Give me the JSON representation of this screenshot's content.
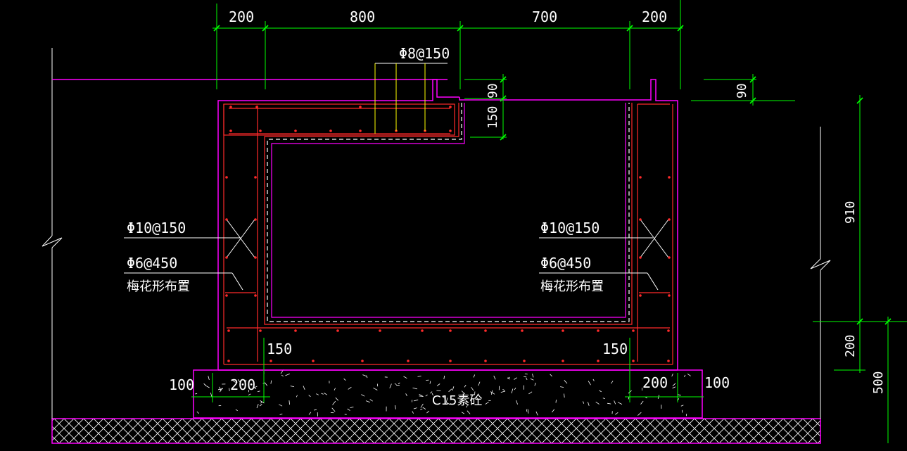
{
  "colors": {
    "background": "#000000",
    "outline": "#ff00ff",
    "rebar": "#ff2a2a",
    "dimension": "#00ff00",
    "leader_yellow": "#ffff00",
    "text": "#ffffff",
    "hatch": "#ffffff"
  },
  "dims": {
    "top": [
      "200",
      "800",
      "700",
      "200"
    ],
    "lid_thickness": "90",
    "lid_depth": "150",
    "right_top": "90",
    "height_main": "910",
    "base": "200",
    "total": "500",
    "inner_left": "150",
    "inner_right": "150",
    "bottom_left_offset": "100",
    "bottom_left_wall": "200",
    "bottom_right_wall": "200",
    "bottom_right_offset": "100"
  },
  "rebar_labels": {
    "top_bars": "Φ8@150",
    "left_main": "Φ10@150",
    "left_tie": "Φ6@450",
    "left_tie_note": "梅花形布置",
    "right_main": "Φ10@150",
    "right_tie": "Φ6@450",
    "right_tie_note": "梅花形布置"
  },
  "material": {
    "cushion": "C15素砼"
  }
}
